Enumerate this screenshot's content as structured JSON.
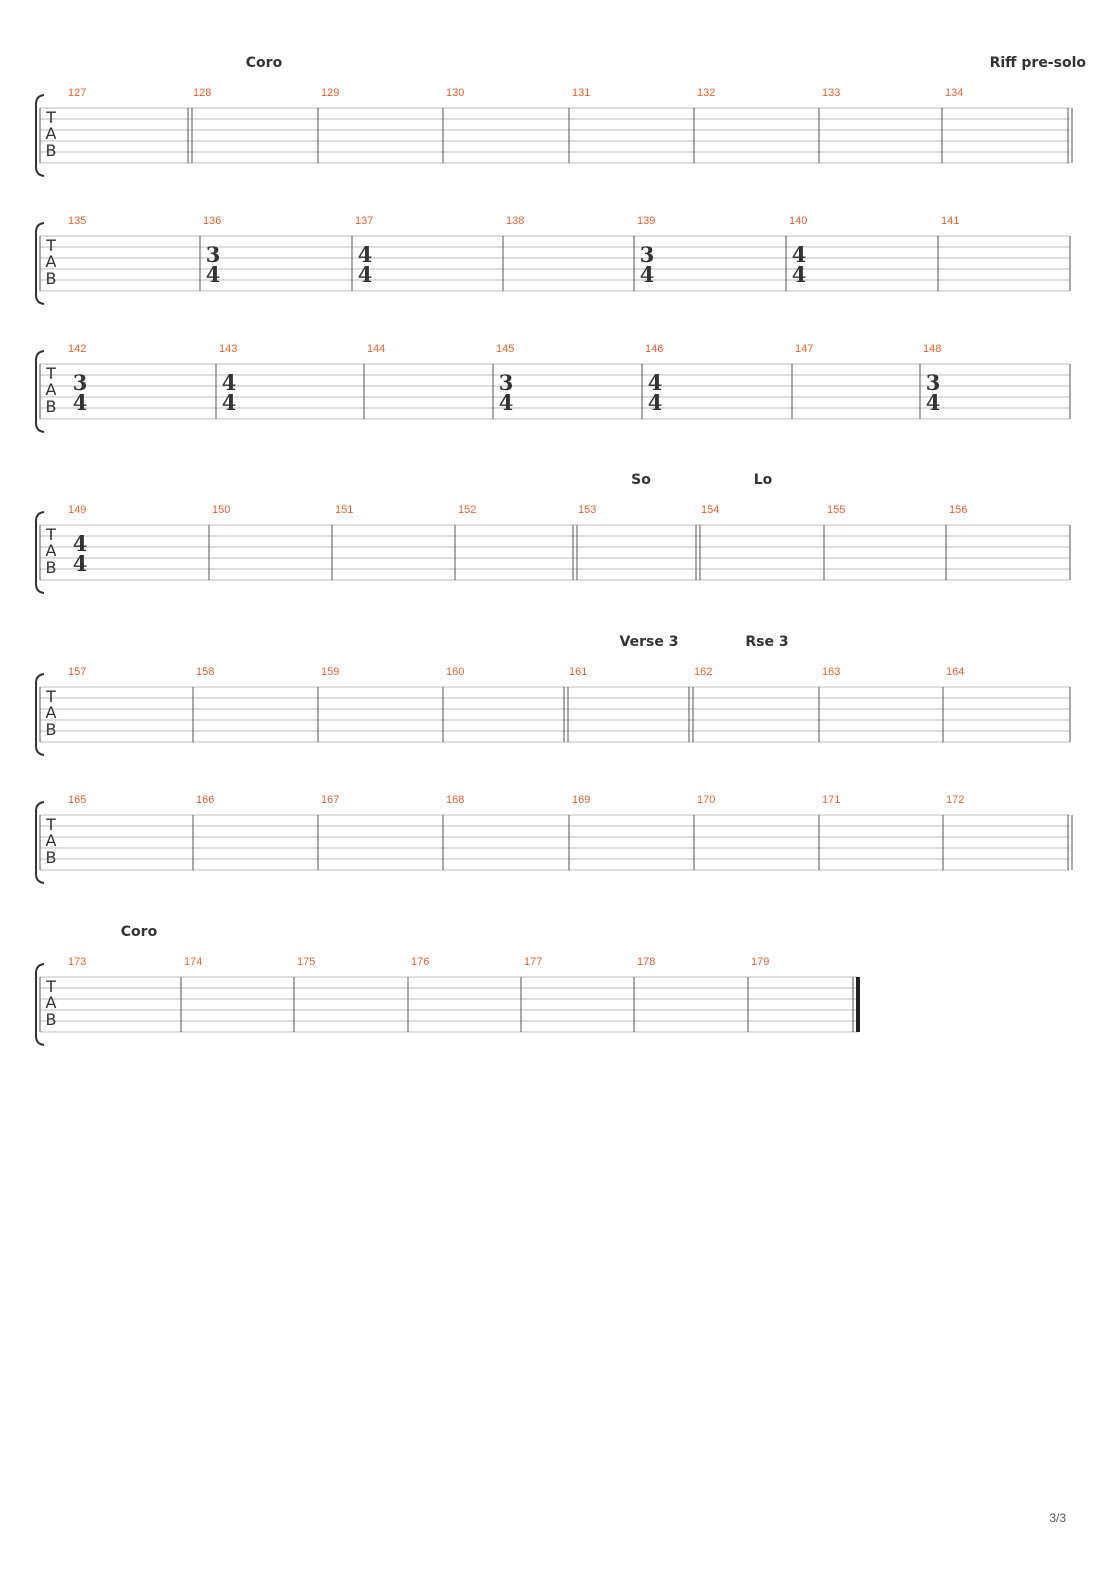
{
  "page": {
    "number": "3/3"
  },
  "tab_clef": [
    "T",
    "A",
    "B"
  ],
  "colors": {
    "measure_number": "#e8622a",
    "staff_line": "#bbbbbb",
    "bar_line": "#555555",
    "text": "#333333"
  },
  "systems": [
    {
      "labels": [
        "Coro",
        "Riff pre-solo"
      ],
      "measures": [
        127,
        128,
        129,
        130,
        131,
        132,
        133,
        134
      ],
      "time_signatures": []
    },
    {
      "labels": [],
      "measures": [
        135,
        136,
        137,
        138,
        139,
        140,
        141
      ],
      "time_signatures": [
        "3/4",
        "4/4",
        "3/4",
        "4/4"
      ]
    },
    {
      "labels": [],
      "measures": [
        142,
        143,
        144,
        145,
        146,
        147,
        148
      ],
      "time_signatures": [
        "3/4",
        "4/4",
        "3/4",
        "4/4",
        "3/4"
      ]
    },
    {
      "labels": [
        "So",
        "Lo"
      ],
      "measures": [
        149,
        150,
        151,
        152,
        153,
        154,
        155,
        156
      ],
      "time_signatures": [
        "4/4"
      ]
    },
    {
      "labels": [
        "Verse 3",
        "Rse 3"
      ],
      "measures": [
        157,
        158,
        159,
        160,
        161,
        162,
        163,
        164
      ],
      "time_signatures": []
    },
    {
      "labels": [],
      "measures": [
        165,
        166,
        167,
        168,
        169,
        170,
        171,
        172
      ],
      "time_signatures": []
    },
    {
      "labels": [
        "Coro"
      ],
      "measures": [
        173,
        174,
        175,
        176,
        177,
        178,
        179
      ],
      "time_signatures": []
    }
  ]
}
